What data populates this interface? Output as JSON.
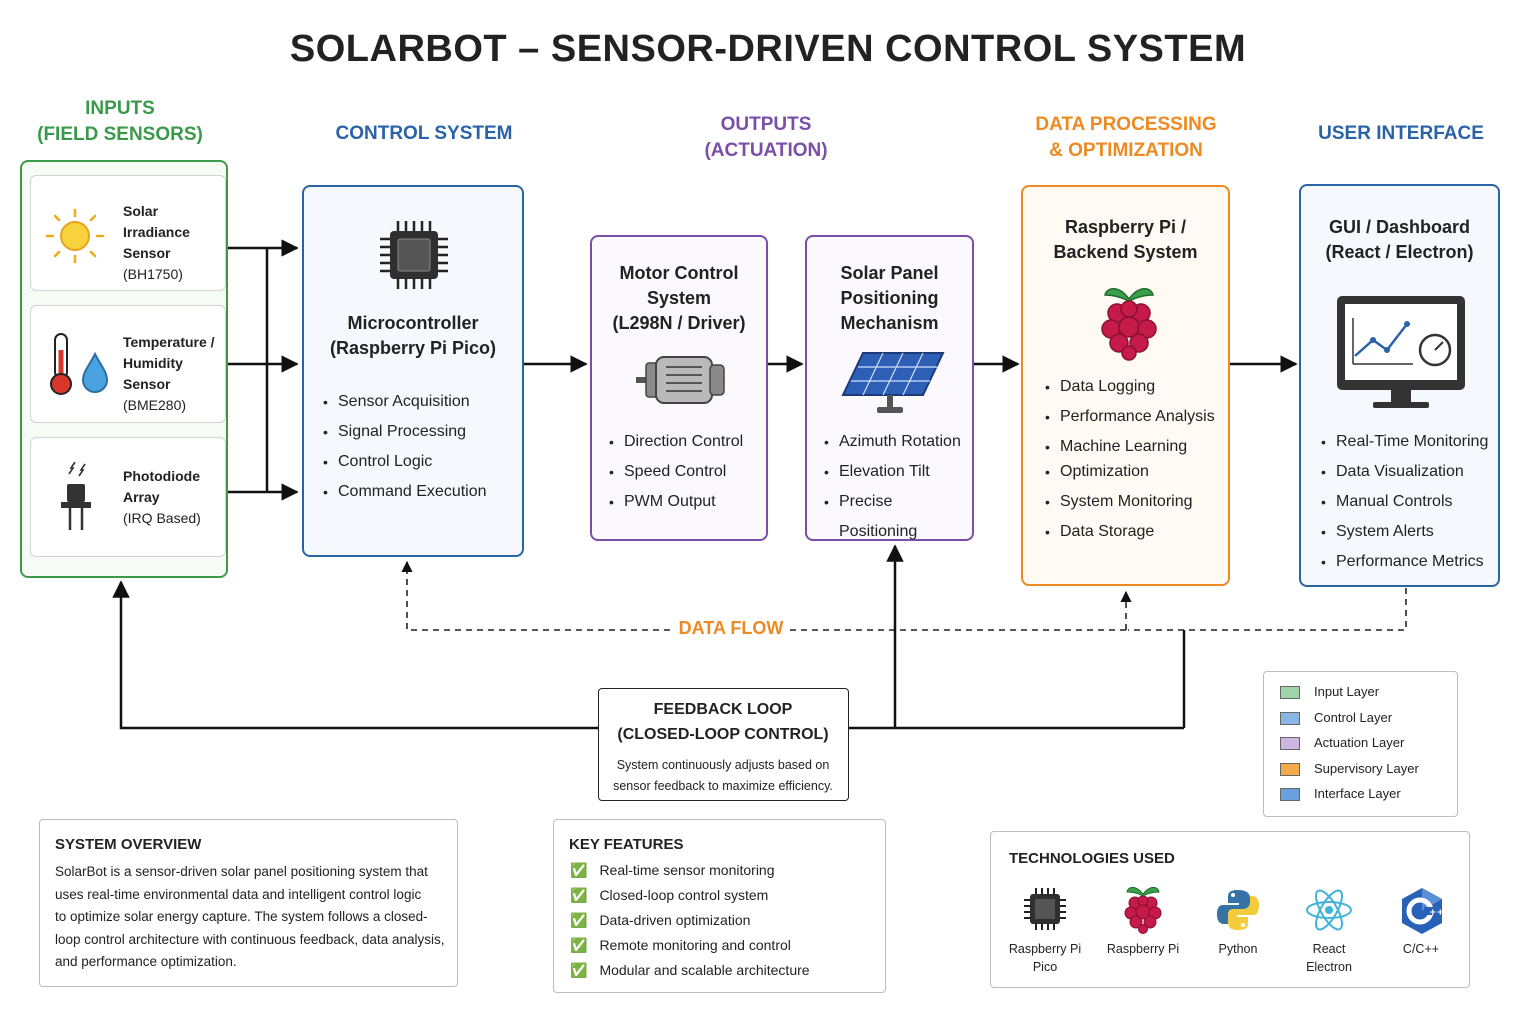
{
  "title": "SOLARBOT – SENSOR-DRIVEN CONTROL SYSTEM",
  "columns": {
    "inputs": [
      "INPUTS",
      "(FIELD SENSORS)"
    ],
    "control": "CONTROL SYSTEM",
    "outputs": [
      "OUTPUTS",
      "(ACTUATION)"
    ],
    "processing": [
      "DATA PROCESSING",
      "& OPTIMIZATION"
    ],
    "ui": "USER INTERFACE"
  },
  "sensors": [
    {
      "name": [
        "Solar Irradiance",
        "Sensor"
      ],
      "model": "(BH1750)",
      "icon": "sun-icon"
    },
    {
      "name": [
        "Temperature /",
        "Humidity Sensor"
      ],
      "model": "(BME280)",
      "icon": "thermometer-icon"
    },
    {
      "name": [
        "Photodiode",
        "Array"
      ],
      "model": "(IRQ Based)",
      "icon": "photodiode-icon"
    }
  ],
  "microcontroller": {
    "title": [
      "Microcontroller",
      "(Raspberry Pi Pico)"
    ],
    "items": [
      "Sensor Acquisition",
      "Signal Processing",
      "Control Logic",
      "Command Execution"
    ]
  },
  "motor": {
    "title": [
      "Motor Control",
      "System",
      "(L298N / Driver)"
    ],
    "items": [
      "Direction Control",
      "Speed Control",
      "PWM Output"
    ]
  },
  "panel": {
    "title": [
      "Solar Panel",
      "Positioning",
      "Mechanism"
    ],
    "items": [
      "Azimuth Rotation",
      "Elevation Tilt",
      "Precise Positioning"
    ]
  },
  "backend": {
    "title": [
      "Raspberry Pi /",
      "Backend System"
    ],
    "items": [
      "Data Logging",
      "Performance Analysis",
      "Machine Learning",
      "Optimization",
      "System Monitoring",
      "Data Storage"
    ]
  },
  "gui": {
    "title": [
      "GUI / Dashboard",
      "(React / Electron)"
    ],
    "items": [
      "Real-Time Monitoring",
      "Data Visualization",
      "Manual Controls",
      "System Alerts",
      "Performance Metrics"
    ]
  },
  "data_flow": "DATA FLOW",
  "feedback": {
    "title": [
      "FEEDBACK LOOP",
      "(CLOSED-LOOP CONTROL)"
    ],
    "desc": [
      "System continuously adjusts based on",
      "sensor feedback to maximize efficiency."
    ]
  },
  "legend": [
    {
      "label": "Input Layer",
      "color": "#9fd3a8"
    },
    {
      "label": "Control Layer",
      "color": "#8ab6e6"
    },
    {
      "label": "Actuation Layer",
      "color": "#cdb6e2"
    },
    {
      "label": "Supervisory Layer",
      "color": "#f4a94a"
    },
    {
      "label": "Interface Layer",
      "color": "#6a9fe0"
    }
  ],
  "overview": {
    "title": "SYSTEM OVERVIEW",
    "lines": [
      "SolarBot is a sensor-driven solar panel positioning system that",
      "uses real-time environmental data and intelligent control logic",
      "to optimize solar energy capture. The system follows a closed-",
      "loop control architecture with continuous feedback, data analysis,",
      "and performance optimization."
    ]
  },
  "features": {
    "title": "KEY FEATURES",
    "items": [
      "Real-time sensor monitoring",
      "Closed-loop control system",
      "Data-driven optimization",
      "Remote monitoring and control",
      "Modular and scalable architecture"
    ]
  },
  "technologies": {
    "title": "TECHNOLOGIES USED",
    "items": [
      {
        "label": [
          "Raspberry Pi",
          "Pico"
        ],
        "icon": "chip-icon"
      },
      {
        "label": [
          "Raspberry Pi"
        ],
        "icon": "raspberry-icon"
      },
      {
        "label": [
          "Python"
        ],
        "icon": "python-icon"
      },
      {
        "label": [
          "React",
          "Electron"
        ],
        "icon": "react-icon"
      },
      {
        "label": [
          "C/C++"
        ],
        "icon": "cpp-icon"
      }
    ]
  },
  "colors": {
    "input": "#3a9a4a",
    "control": "#2b63a8",
    "actuation": "#7b4fa8",
    "processing": "#ee8a22",
    "ui": "#2b63a8"
  }
}
